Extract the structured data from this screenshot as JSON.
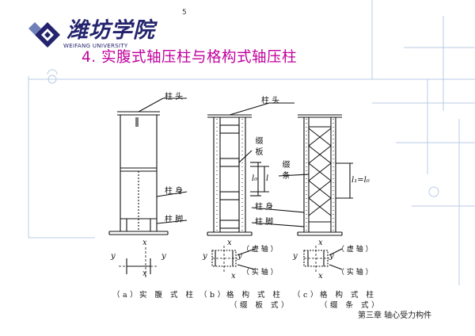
{
  "header": {
    "page_number": "5",
    "logo_cn": "潍坊学院",
    "logo_en": "WEIFANG UNIVERSITY",
    "title": "4. 实腹式轴压柱与格构式轴压柱"
  },
  "diagram": {
    "col_a": {
      "head": "柱 头",
      "body": "柱 身",
      "foot": "柱 脚",
      "caption_letter": "（a）",
      "caption": "实 腹 式 柱"
    },
    "col_b": {
      "head": "柱 头",
      "plate": "缀板",
      "l0": "l₀",
      "l": "l",
      "caption_letter": "（b）",
      "caption": "格 构 式 柱",
      "caption_sub": "（缀 板 式）"
    },
    "col_c": {
      "lace": "缀条",
      "l_eq": "l₁=l₀",
      "body": "柱 身",
      "foot": "柱 脚",
      "caption_letter": "（c）",
      "caption": "格 构 式 柱",
      "caption_sub": "（缀 条 式）"
    },
    "axes": {
      "x": "x",
      "y": "y",
      "virtual": "（ 虚 轴 ）",
      "solid": "（ 实 轴 ）"
    }
  },
  "footer": {
    "text": "第三章  轴心受力构件"
  }
}
